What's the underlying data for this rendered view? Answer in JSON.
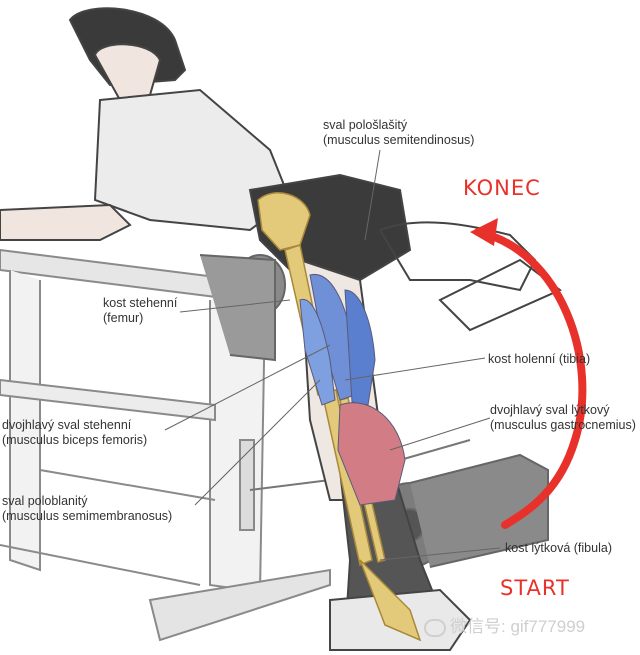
{
  "colors": {
    "arrow": "#e8312a",
    "konec": "#e8312a",
    "start": "#e8312a",
    "muscle_blue": "#6f8fd6",
    "muscle_red": "#d27c86",
    "bone": "#e3c97a"
  },
  "labels": {
    "semitendinosus_cz": "sval pološlašitý",
    "semitendinosus_lat": "(musculus semitendinosus)",
    "femur_cz": "kost stehenní",
    "femur_lat": "(femur)",
    "biceps_cz": "dvojhlavý sval stehenní",
    "biceps_lat": "(musculus biceps femoris)",
    "semimembranosus_cz": "sval poloblanitý",
    "semimembranosus_lat": "(musculus semimembranosus)",
    "tibia": "kost holenní (tibia)",
    "gastrocnemius_cz": "dvojhlavý sval lýtkový",
    "gastrocnemius_lat": "(musculus gastrocnemius)",
    "fibula": "kost lýtková (fibula)"
  },
  "phases": {
    "end": "KONEC",
    "start": "START"
  },
  "watermark": {
    "text": "微信号: gif777999",
    "icon": "wechat-icon"
  }
}
